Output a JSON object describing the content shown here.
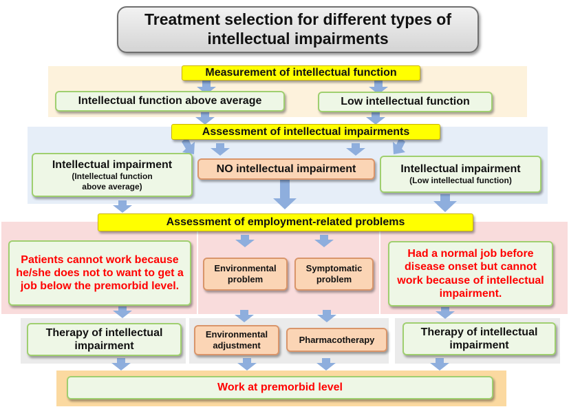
{
  "title": "Treatment selection for different types of intellectual impairments",
  "step1": {
    "header": "Measurement of intellectual function",
    "above_average": "Intellectual function above average",
    "low": "Low intellectual function"
  },
  "step2": {
    "header": "Assessment of intellectual impairments",
    "left_main": "Intellectual impairment",
    "left_sub": "(Intellectual function above average)",
    "middle": "NO intellectual impairment",
    "right_main": "Intellectual impairment",
    "right_sub": "(Low intellectual function)"
  },
  "step3": {
    "header": "Assessment of employment-related problems",
    "left_text": "Patients cannot work because he/she does not to want to get a job below the premorbid level.",
    "environmental_problem": "Environmental problem",
    "symptomatic_problem": "Symptomatic problem",
    "right_text": "Had a normal job before disease onset but cannot work because of intellectual impairment."
  },
  "step4": {
    "left_therapy": "Therapy of intellectual impairment",
    "environmental_adjustment": "Environmental adjustment",
    "pharmacotherapy": "Pharmacotherapy",
    "right_therapy": "Therapy of intellectual impairment"
  },
  "outcome": {
    "label": "Work at premorbid level"
  },
  "colors": {
    "band_orange": "#fdf2dc",
    "band_blue": "#e6eef8",
    "band_pink": "#f9dcdc",
    "band_gray": "#ebebeb",
    "band_outcome": "#fbd9a0",
    "arrow": "#8eaedd",
    "highlight_text": "#ff0000"
  }
}
